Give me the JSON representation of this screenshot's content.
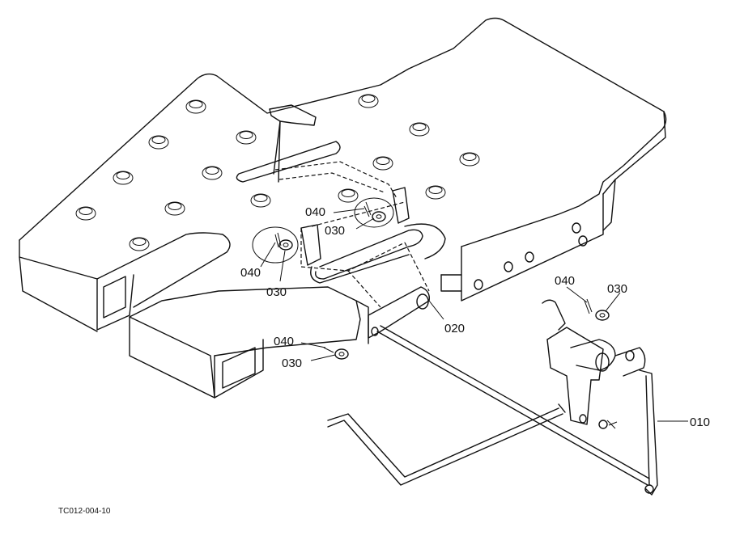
{
  "figure": {
    "id_label": "TC012-004-10"
  },
  "callouts": {
    "c010": "010",
    "c020": "020",
    "c030_a": "030",
    "c040_a": "040",
    "c030_b": "030",
    "c040_b": "040",
    "c030_c": "030",
    "c040_c": "040",
    "c030_d": "030",
    "c040_d": "040"
  }
}
